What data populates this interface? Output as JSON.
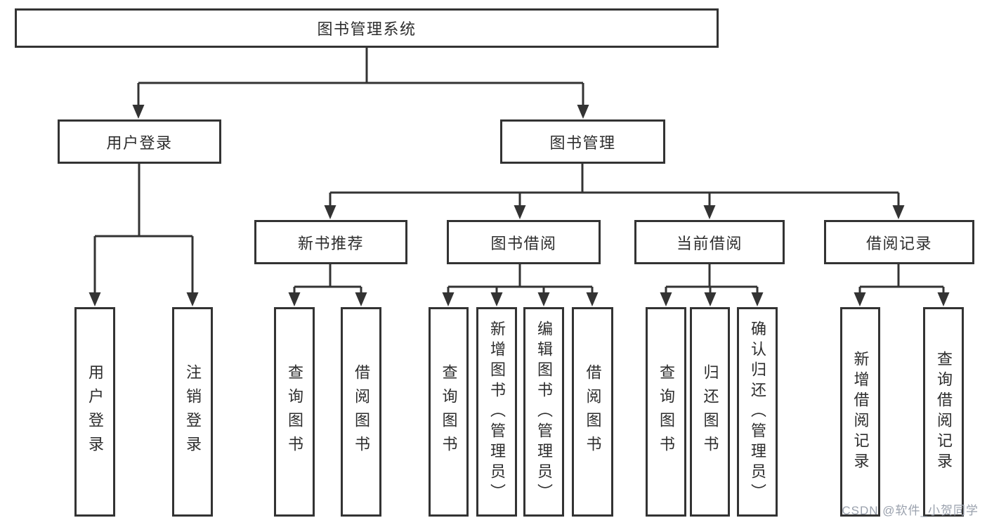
{
  "diagram": {
    "title_node": {
      "label": "图书管理系统"
    },
    "level2": [
      {
        "label": "用户登录"
      },
      {
        "label": "图书管理"
      }
    ],
    "level3": [
      {
        "label": "新书推荐"
      },
      {
        "label": "图书借阅"
      },
      {
        "label": "当前借阅"
      },
      {
        "label": "借阅记录"
      }
    ],
    "leaves": {
      "user_login": [
        {
          "label": "用户登录"
        },
        {
          "label": "注销登录"
        }
      ],
      "new_book_recommend": [
        {
          "label": "查询图书"
        },
        {
          "label": "借阅图书"
        }
      ],
      "book_borrowing": [
        {
          "label": "查询图书"
        },
        {
          "label": "新增图书（管理员）"
        },
        {
          "label": "编辑图书（管理员）"
        },
        {
          "label": "借阅图书"
        }
      ],
      "current_borrowing": [
        {
          "label": "查询图书"
        },
        {
          "label": "归还图书"
        },
        {
          "label": "确认归还（管理员）"
        }
      ],
      "borrowing_records": [
        {
          "label": "新增借阅记录"
        },
        {
          "label": "查询借阅记录"
        }
      ]
    },
    "watermark": "CSDN @软件_小贺同学",
    "colors": {
      "line": "#333333",
      "text": "#2d2d2d",
      "watermark": "#9aa1ad",
      "background": "#ffffff"
    }
  }
}
